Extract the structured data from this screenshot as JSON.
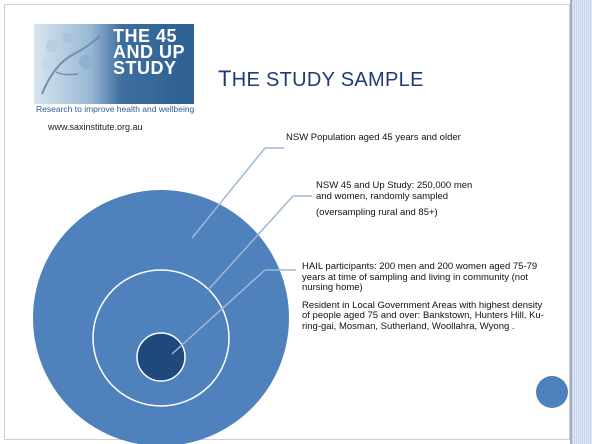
{
  "slide": {
    "title": "THE STUDY SAMPLE",
    "title_first": "T",
    "title_rest": "HE STUDY SAMPLE",
    "url": "www.saxinstitute.org.au"
  },
  "logo": {
    "line1": "THE 45",
    "line2": "AND UP",
    "line3": "STUDY",
    "tagline": "Research to improve health and wellbeing"
  },
  "labels": {
    "population": "NSW Population aged 45 years and older",
    "study": "NSW 45 and Up Study: 250,000 men and women, randomly sampled",
    "study_note": "(oversampling rural and 85+)",
    "hail": "HAIL participants: 200 men and 200 women aged 75-79 years at time of sampling and living in community (not nursing home)",
    "hail_note": "Resident in Local Government Areas with highest density of people aged 75 and over: Bankstown, Hunters Hill, Ku-ring-gai, Mosman, Sutherland, Woollahra, Wyong ."
  },
  "colors": {
    "circle_fill": "#4f81bd",
    "inner_fill": "#1f497d",
    "ring_stroke": "#ffffff",
    "title_color": "#1f3b73"
  }
}
